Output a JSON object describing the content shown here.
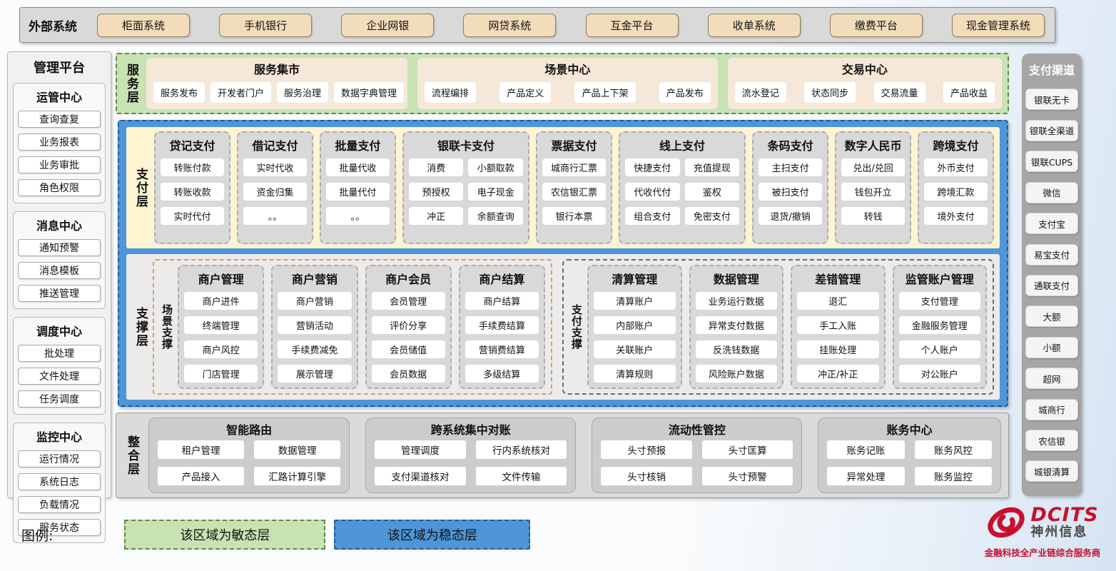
{
  "external_systems": {
    "label": "外部系统",
    "items": [
      "柜面系统",
      "手机银行",
      "企业网银",
      "网贷系统",
      "互金平台",
      "收单系统",
      "缴费平台",
      "现金管理系统"
    ]
  },
  "management_platform": {
    "title": "管理平台",
    "groups": [
      {
        "title": "运管中心",
        "items": [
          "查询查复",
          "业务报表",
          "业务审批",
          "角色权限"
        ]
      },
      {
        "title": "消息中心",
        "items": [
          "通知预警",
          "消息模板",
          "推送管理"
        ]
      },
      {
        "title": "调度中心",
        "items": [
          "批处理",
          "文件处理",
          "任务调度"
        ]
      },
      {
        "title": "监控中心",
        "items": [
          "运行情况",
          "系统日志",
          "负载情况",
          "服务状态"
        ]
      }
    ]
  },
  "service_layer": {
    "label": "服务层",
    "groups": [
      {
        "title": "服务集市",
        "grow": 0.95,
        "items": [
          "服务发布",
          "开发者门户",
          "服务治理",
          "数据字典管理"
        ]
      },
      {
        "title": "场景中心",
        "grow": 1.1,
        "items": [
          "流程编排",
          "产品定义",
          "产品上下架",
          "产品发布"
        ]
      },
      {
        "title": "交易中心",
        "grow": 1.0,
        "items": [
          "流水登记",
          "状态同步",
          "交易流量",
          "产品收益"
        ]
      }
    ]
  },
  "payment_layer": {
    "label": "支付层",
    "columns": [
      {
        "title": "贷记支付",
        "cols": 1,
        "grow": 1,
        "items": [
          "转账付款",
          "转账收款",
          "实时代付"
        ]
      },
      {
        "title": "借记支付",
        "cols": 1,
        "grow": 1,
        "items": [
          "实时代收",
          "资金归集",
          "。。"
        ]
      },
      {
        "title": "批量支付",
        "cols": 1,
        "grow": 1,
        "items": [
          "批量代收",
          "批量代付",
          "。。"
        ]
      },
      {
        "title": "银联卡支付",
        "cols": 2,
        "grow": 1.8,
        "items": [
          "消费",
          "小额取款",
          "预授权",
          "电子现金",
          "冲正",
          "余额查询"
        ]
      },
      {
        "title": "票据支付",
        "cols": 1,
        "grow": 1,
        "items": [
          "城商行汇票",
          "农信银汇票",
          "银行本票"
        ]
      },
      {
        "title": "线上支付",
        "cols": 2,
        "grow": 1.8,
        "items": [
          "快捷支付",
          "充值提现",
          "代收代付",
          "鉴权",
          "组合支付",
          "免密支付"
        ]
      },
      {
        "title": "条码支付",
        "cols": 1,
        "grow": 1,
        "items": [
          "主扫支付",
          "被扫支付",
          "退货/撤销"
        ]
      },
      {
        "title": "数字人民币",
        "cols": 1,
        "grow": 1,
        "items": [
          "兑出/兑回",
          "钱包开立",
          "转钱"
        ]
      },
      {
        "title": "跨境支付",
        "cols": 1,
        "grow": 1,
        "items": [
          "外币支付",
          "跨境汇款",
          "境外支付"
        ]
      }
    ]
  },
  "support_layer": {
    "label": "支撑层",
    "sections": [
      {
        "label": "场景支撑",
        "columns": [
          {
            "title": "商户管理",
            "items": [
              "商户进件",
              "终端管理",
              "商户风控",
              "门店管理"
            ]
          },
          {
            "title": "商户营销",
            "items": [
              "商户营销",
              "营销活动",
              "手续费减免",
              "展示管理"
            ]
          },
          {
            "title": "商户会员",
            "items": [
              "会员管理",
              "评价分享",
              "会员储值",
              "会员数据"
            ]
          },
          {
            "title": "商户结算",
            "items": [
              "商户结算",
              "手续费结算",
              "营销费结算",
              "多级结算"
            ]
          }
        ]
      },
      {
        "label": "支付支撑",
        "columns": [
          {
            "title": "清算管理",
            "items": [
              "清算账户",
              "内部账户",
              "关联账户",
              "清算规则"
            ]
          },
          {
            "title": "数据管理",
            "items": [
              "业务运行数据",
              "异常支付数据",
              "反洗钱数据",
              "风险账户数据"
            ]
          },
          {
            "title": "差错管理",
            "items": [
              "退汇",
              "手工入账",
              "挂账处理",
              "冲正/补正"
            ]
          },
          {
            "title": "监管账户管理",
            "items": [
              "支付管理",
              "金融服务管理",
              "个人账户",
              "对公账户"
            ]
          }
        ]
      }
    ]
  },
  "integration_layer": {
    "label": "整合层",
    "groups": [
      {
        "title": "智能路由",
        "grow": 1.0,
        "items": [
          "租户管理",
          "数据管理",
          "产品接入",
          "汇路计算引擎"
        ]
      },
      {
        "title": "跨系统集中对账",
        "grow": 1.05,
        "items": [
          "管理调度",
          "行内系统核对",
          "支付渠道核对",
          "文件传输"
        ]
      },
      {
        "title": "流动性管控",
        "grow": 1.05,
        "items": [
          "头寸预报",
          "头寸匡算",
          "头寸核销",
          "头寸预警"
        ]
      },
      {
        "title": "账务中心",
        "grow": 0.9,
        "items": [
          "账务记账",
          "账务风控",
          "异常处理",
          "账务监控"
        ]
      }
    ]
  },
  "payment_channels": {
    "title": "支付渠道",
    "items": [
      "银联无卡",
      "银联全渠道",
      "银联CUPS",
      "微信",
      "支付宝",
      "易宝支付",
      "通联支付",
      "大额",
      "小额",
      "超网",
      "城商行",
      "农信银",
      "城银清算"
    ]
  },
  "legend": {
    "label": "图例:",
    "agile_label": "该区域为敏态层",
    "stable_label": "该区域为稳态层"
  },
  "logo": {
    "brand": "DCITS",
    "company": "神州信息",
    "tagline": "金融科技全产业链综合服务商"
  },
  "colors": {
    "agile_green": "#c8e2b4",
    "stable_blue": "#4e96d8",
    "external_tan": "#f2ddbb",
    "payment_cream": "#fdf4d2",
    "column_gray": "#d9d9d9",
    "scene_orange_border": "#e09a5a",
    "brand_red": "#c8102e"
  }
}
